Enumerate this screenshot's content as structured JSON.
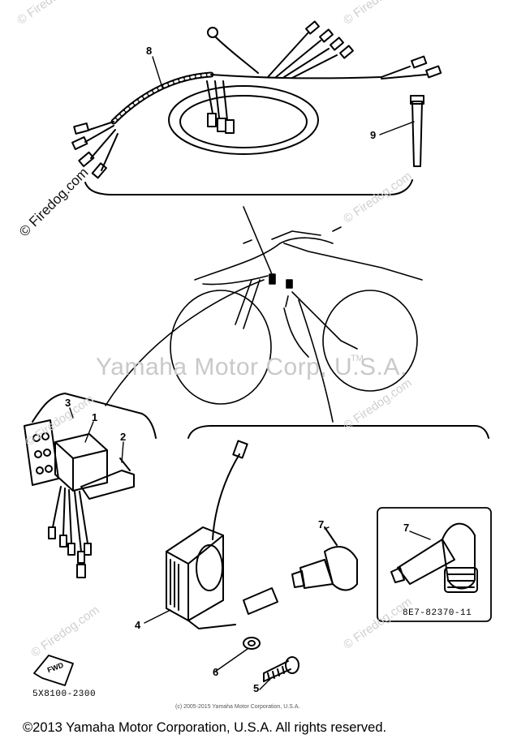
{
  "callouts": {
    "p1": "1",
    "p2": "2",
    "p3": "3",
    "p4": "4",
    "p5": "5",
    "p6": "6",
    "p7": "7",
    "p7b": "7",
    "p8": "8",
    "p9": "9"
  },
  "codes": {
    "inset_part": "8E7-82370-11",
    "diagram_id": "5X8100-2300"
  },
  "fwd_label": "FWD",
  "watermarks": {
    "site": "© Firedog.com",
    "brand": "Yamaha Motor Corp, U.S.A.",
    "tm": "TM"
  },
  "small_copyright": "(c) 2005-2015 Yamaha Motor Corporation, U.S.A.",
  "copyright": "©2013 Yamaha Motor Corporation, U.S.A. All rights reserved."
}
